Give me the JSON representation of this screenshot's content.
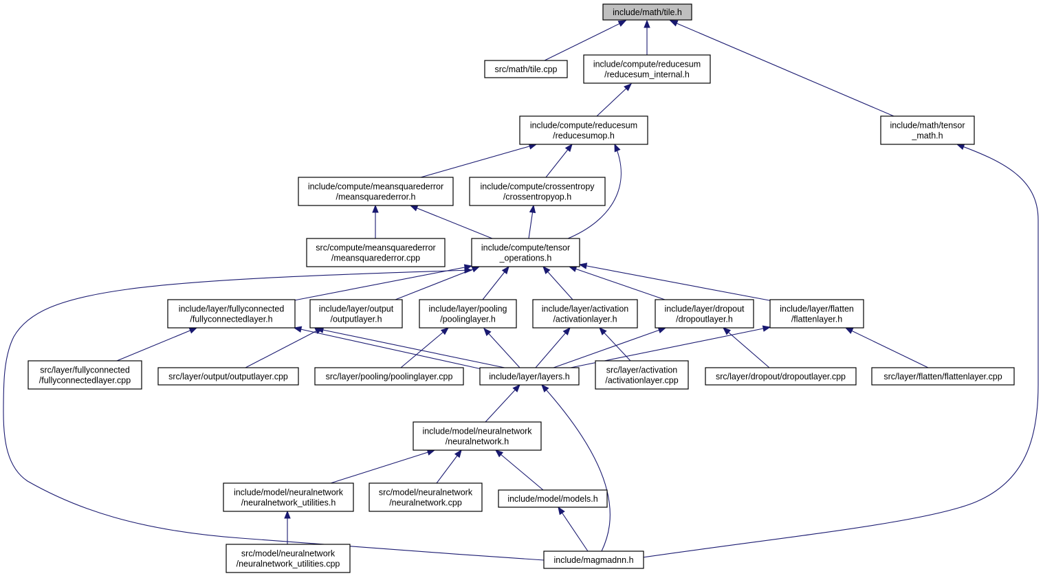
{
  "colors": {
    "edge": "#191970",
    "root_fill": "#bfbfbf",
    "node_fill": "#ffffff",
    "node_stroke": "#000000"
  },
  "nodes": [
    {
      "id": "tile_h",
      "lines": [
        "include/math/tile.h"
      ],
      "root": true
    },
    {
      "id": "tile_cpp",
      "lines": [
        "src/math/tile.cpp"
      ]
    },
    {
      "id": "reducesum_internal_h",
      "lines": [
        "include/compute/reducesum",
        "/reducesum_internal.h"
      ]
    },
    {
      "id": "tensor_math_h",
      "lines": [
        "include/math/tensor",
        "_math.h"
      ]
    },
    {
      "id": "reducesumop_h",
      "lines": [
        "include/compute/reducesum",
        "/reducesumop.h"
      ]
    },
    {
      "id": "meansquarederror_h",
      "lines": [
        "include/compute/meansquarederror",
        "/meansquarederror.h"
      ]
    },
    {
      "id": "crossentropyop_h",
      "lines": [
        "include/compute/crossentropy",
        "/crossentropyop.h"
      ]
    },
    {
      "id": "meansquarederror_cpp",
      "lines": [
        "src/compute/meansquarederror",
        "/meansquarederror.cpp"
      ]
    },
    {
      "id": "tensor_operations_h",
      "lines": [
        "include/compute/tensor",
        "_operations.h"
      ]
    },
    {
      "id": "fullyconnectedlayer_h",
      "lines": [
        "include/layer/fullyconnected",
        "/fullyconnectedlayer.h"
      ]
    },
    {
      "id": "outputlayer_h",
      "lines": [
        "include/layer/output",
        "/outputlayer.h"
      ]
    },
    {
      "id": "poolinglayer_h",
      "lines": [
        "include/layer/pooling",
        "/poolinglayer.h"
      ]
    },
    {
      "id": "activationlayer_h",
      "lines": [
        "include/layer/activation",
        "/activationlayer.h"
      ]
    },
    {
      "id": "dropoutlayer_h",
      "lines": [
        "include/layer/dropout",
        "/dropoutlayer.h"
      ]
    },
    {
      "id": "flattenlayer_h",
      "lines": [
        "include/layer/flatten",
        "/flattenlayer.h"
      ]
    },
    {
      "id": "fullyconnectedlayer_cpp",
      "lines": [
        "src/layer/fullyconnected",
        "/fullyconnectedlayer.cpp"
      ]
    },
    {
      "id": "outputlayer_cpp",
      "lines": [
        "src/layer/output/outputlayer.cpp"
      ]
    },
    {
      "id": "poolinglayer_cpp",
      "lines": [
        "src/layer/pooling/poolinglayer.cpp"
      ]
    },
    {
      "id": "layers_h",
      "lines": [
        "include/layer/layers.h"
      ]
    },
    {
      "id": "activationlayer_cpp",
      "lines": [
        "src/layer/activation",
        "/activationlayer.cpp"
      ]
    },
    {
      "id": "dropoutlayer_cpp",
      "lines": [
        "src/layer/dropout/dropoutlayer.cpp"
      ]
    },
    {
      "id": "flattenlayer_cpp",
      "lines": [
        "src/layer/flatten/flattenlayer.cpp"
      ]
    },
    {
      "id": "neuralnetwork_h",
      "lines": [
        "include/model/neuralnetwork",
        "/neuralnetwork.h"
      ]
    },
    {
      "id": "neuralnetwork_utilities_h",
      "lines": [
        "include/model/neuralnetwork",
        "/neuralnetwork_utilities.h"
      ]
    },
    {
      "id": "neuralnetwork_cpp",
      "lines": [
        "src/model/neuralnetwork",
        "/neuralnetwork.cpp"
      ]
    },
    {
      "id": "models_h",
      "lines": [
        "include/model/models.h"
      ]
    },
    {
      "id": "neuralnetwork_utilities_cpp",
      "lines": [
        "src/model/neuralnetwork",
        "/neuralnetwork_utilities.cpp"
      ]
    },
    {
      "id": "magmadnn_h",
      "lines": [
        "include/magmadnn.h"
      ]
    }
  ],
  "edges": [
    {
      "from": "tile_cpp",
      "to": "tile_h"
    },
    {
      "from": "reducesum_internal_h",
      "to": "tile_h"
    },
    {
      "from": "tensor_math_h",
      "to": "tile_h"
    },
    {
      "from": "reducesumop_h",
      "to": "reducesum_internal_h"
    },
    {
      "from": "meansquarederror_h",
      "to": "reducesumop_h"
    },
    {
      "from": "crossentropyop_h",
      "to": "reducesumop_h"
    },
    {
      "from": "tensor_operations_h",
      "to": "reducesumop_h"
    },
    {
      "from": "meansquarederror_cpp",
      "to": "meansquarederror_h"
    },
    {
      "from": "tensor_operations_h",
      "to": "meansquarederror_h"
    },
    {
      "from": "tensor_operations_h",
      "to": "crossentropyop_h"
    },
    {
      "from": "fullyconnectedlayer_h",
      "to": "tensor_operations_h"
    },
    {
      "from": "outputlayer_h",
      "to": "tensor_operations_h"
    },
    {
      "from": "poolinglayer_h",
      "to": "tensor_operations_h"
    },
    {
      "from": "activationlayer_h",
      "to": "tensor_operations_h"
    },
    {
      "from": "dropoutlayer_h",
      "to": "tensor_operations_h"
    },
    {
      "from": "flattenlayer_h",
      "to": "tensor_operations_h"
    },
    {
      "from": "magmadnn_h",
      "to": "tensor_operations_h"
    },
    {
      "from": "fullyconnectedlayer_cpp",
      "to": "fullyconnectedlayer_h"
    },
    {
      "from": "layers_h",
      "to": "fullyconnectedlayer_h"
    },
    {
      "from": "outputlayer_cpp",
      "to": "outputlayer_h"
    },
    {
      "from": "layers_h",
      "to": "outputlayer_h"
    },
    {
      "from": "poolinglayer_cpp",
      "to": "poolinglayer_h"
    },
    {
      "from": "layers_h",
      "to": "poolinglayer_h"
    },
    {
      "from": "layers_h",
      "to": "activationlayer_h"
    },
    {
      "from": "activationlayer_cpp",
      "to": "activationlayer_h"
    },
    {
      "from": "layers_h",
      "to": "dropoutlayer_h"
    },
    {
      "from": "dropoutlayer_cpp",
      "to": "dropoutlayer_h"
    },
    {
      "from": "layers_h",
      "to": "flattenlayer_h"
    },
    {
      "from": "flattenlayer_cpp",
      "to": "flattenlayer_h"
    },
    {
      "from": "neuralnetwork_h",
      "to": "layers_h"
    },
    {
      "from": "magmadnn_h",
      "to": "layers_h"
    },
    {
      "from": "neuralnetwork_utilities_h",
      "to": "neuralnetwork_h"
    },
    {
      "from": "neuralnetwork_cpp",
      "to": "neuralnetwork_h"
    },
    {
      "from": "models_h",
      "to": "neuralnetwork_h"
    },
    {
      "from": "neuralnetwork_utilities_cpp",
      "to": "neuralnetwork_utilities_h"
    },
    {
      "from": "magmadnn_h",
      "to": "models_h"
    },
    {
      "from": "magmadnn_h",
      "to": "tensor_math_h"
    }
  ]
}
